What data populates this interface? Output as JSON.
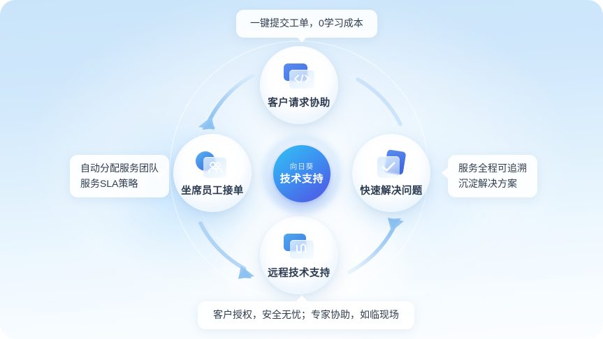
{
  "theme": {
    "bg_top": "#c9e4fa",
    "bg_bottom": "#fbfdff",
    "accent_cyan": "#3fc0f4",
    "accent_blue": "#4a6ae9",
    "icon_blue": "#3f6fe0",
    "arrow_blue": "#9cc9f2",
    "text_dark": "#2b3a4f",
    "callout_bg": "#ffffff"
  },
  "center": {
    "subtitle": "向日葵",
    "title": "技术支持"
  },
  "nodes": [
    {
      "id": "customer-request",
      "label": "客户请求协助",
      "icon": "code-window-icon",
      "position": "top"
    },
    {
      "id": "agent-accept",
      "label": "坐席员工接单",
      "icon": "people-group-icon",
      "position": "left"
    },
    {
      "id": "fast-resolution",
      "label": "快速解决问题",
      "icon": "check-card-icon",
      "position": "right"
    },
    {
      "id": "remote-support",
      "label": "远程技术支持",
      "icon": "remote-link-icon",
      "position": "bottom"
    }
  ],
  "callouts": {
    "top": {
      "lines": [
        "一键提交工单，0学习成本"
      ]
    },
    "left": {
      "lines": [
        "自动分配服务团队",
        "服务SLA策略"
      ]
    },
    "right": {
      "lines": [
        "服务全程可追溯",
        "沉淀解决方案"
      ]
    },
    "bottom": {
      "lines": [
        "客户授权，安全无忧；专家协助，如临现场"
      ]
    }
  },
  "flow": {
    "direction": "counter-clockwise",
    "sequence": [
      "客户请求协助",
      "坐席员工接单",
      "远程技术支持",
      "快速解决问题"
    ]
  }
}
